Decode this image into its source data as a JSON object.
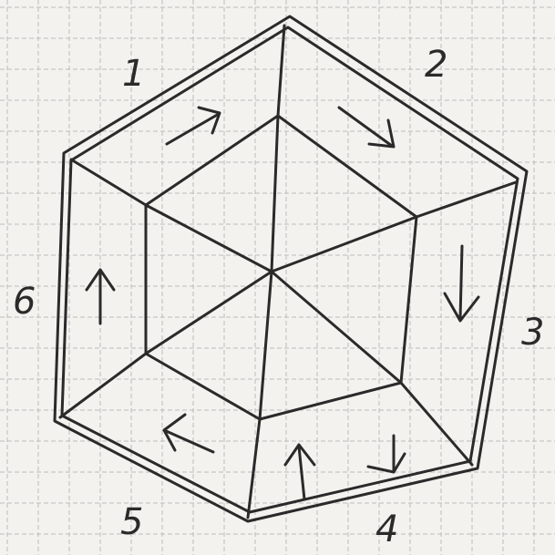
{
  "diagram": {
    "side_labels": [
      {
        "id": "1",
        "text": "1"
      },
      {
        "id": "2",
        "text": "2"
      },
      {
        "id": "3",
        "text": "3"
      },
      {
        "id": "4",
        "text": "4"
      },
      {
        "id": "5",
        "text": "5"
      },
      {
        "id": "6",
        "text": "6"
      }
    ],
    "arrow_count": 7,
    "paper": "graph paper",
    "colors": {
      "ink": "#2a2a2a",
      "paper": "#f3f2ee",
      "grid": "#bcbcbc"
    }
  }
}
